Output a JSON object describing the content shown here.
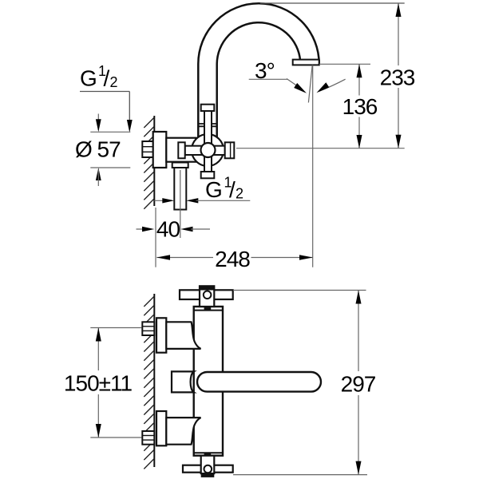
{
  "drawing": {
    "type": "technical-dimension-drawing",
    "product": "wall-mounted two-handle bath mixer with high swivel spout",
    "colors": {
      "outline": "#111111",
      "dimension_line": "#666666",
      "text": "#000000",
      "background": "#ffffff"
    },
    "side_view": {
      "labels": {
        "overall_height": "233",
        "spout_outlet_height": "136",
        "stream_angle": "3°",
        "spout_reach": "248",
        "outlet_wall_offset": "40",
        "escutcheon_diameter": "Ø 57",
        "inlet_thread": {
          "g": "G",
          "numerator": "1",
          "slash": "/",
          "denominator": "2"
        },
        "outlet_thread": {
          "g": "G",
          "numerator": "1",
          "slash": "/",
          "denominator": "2"
        }
      }
    },
    "front_view": {
      "labels": {
        "connection_centres": "150±11",
        "overall_width": "297"
      }
    }
  }
}
